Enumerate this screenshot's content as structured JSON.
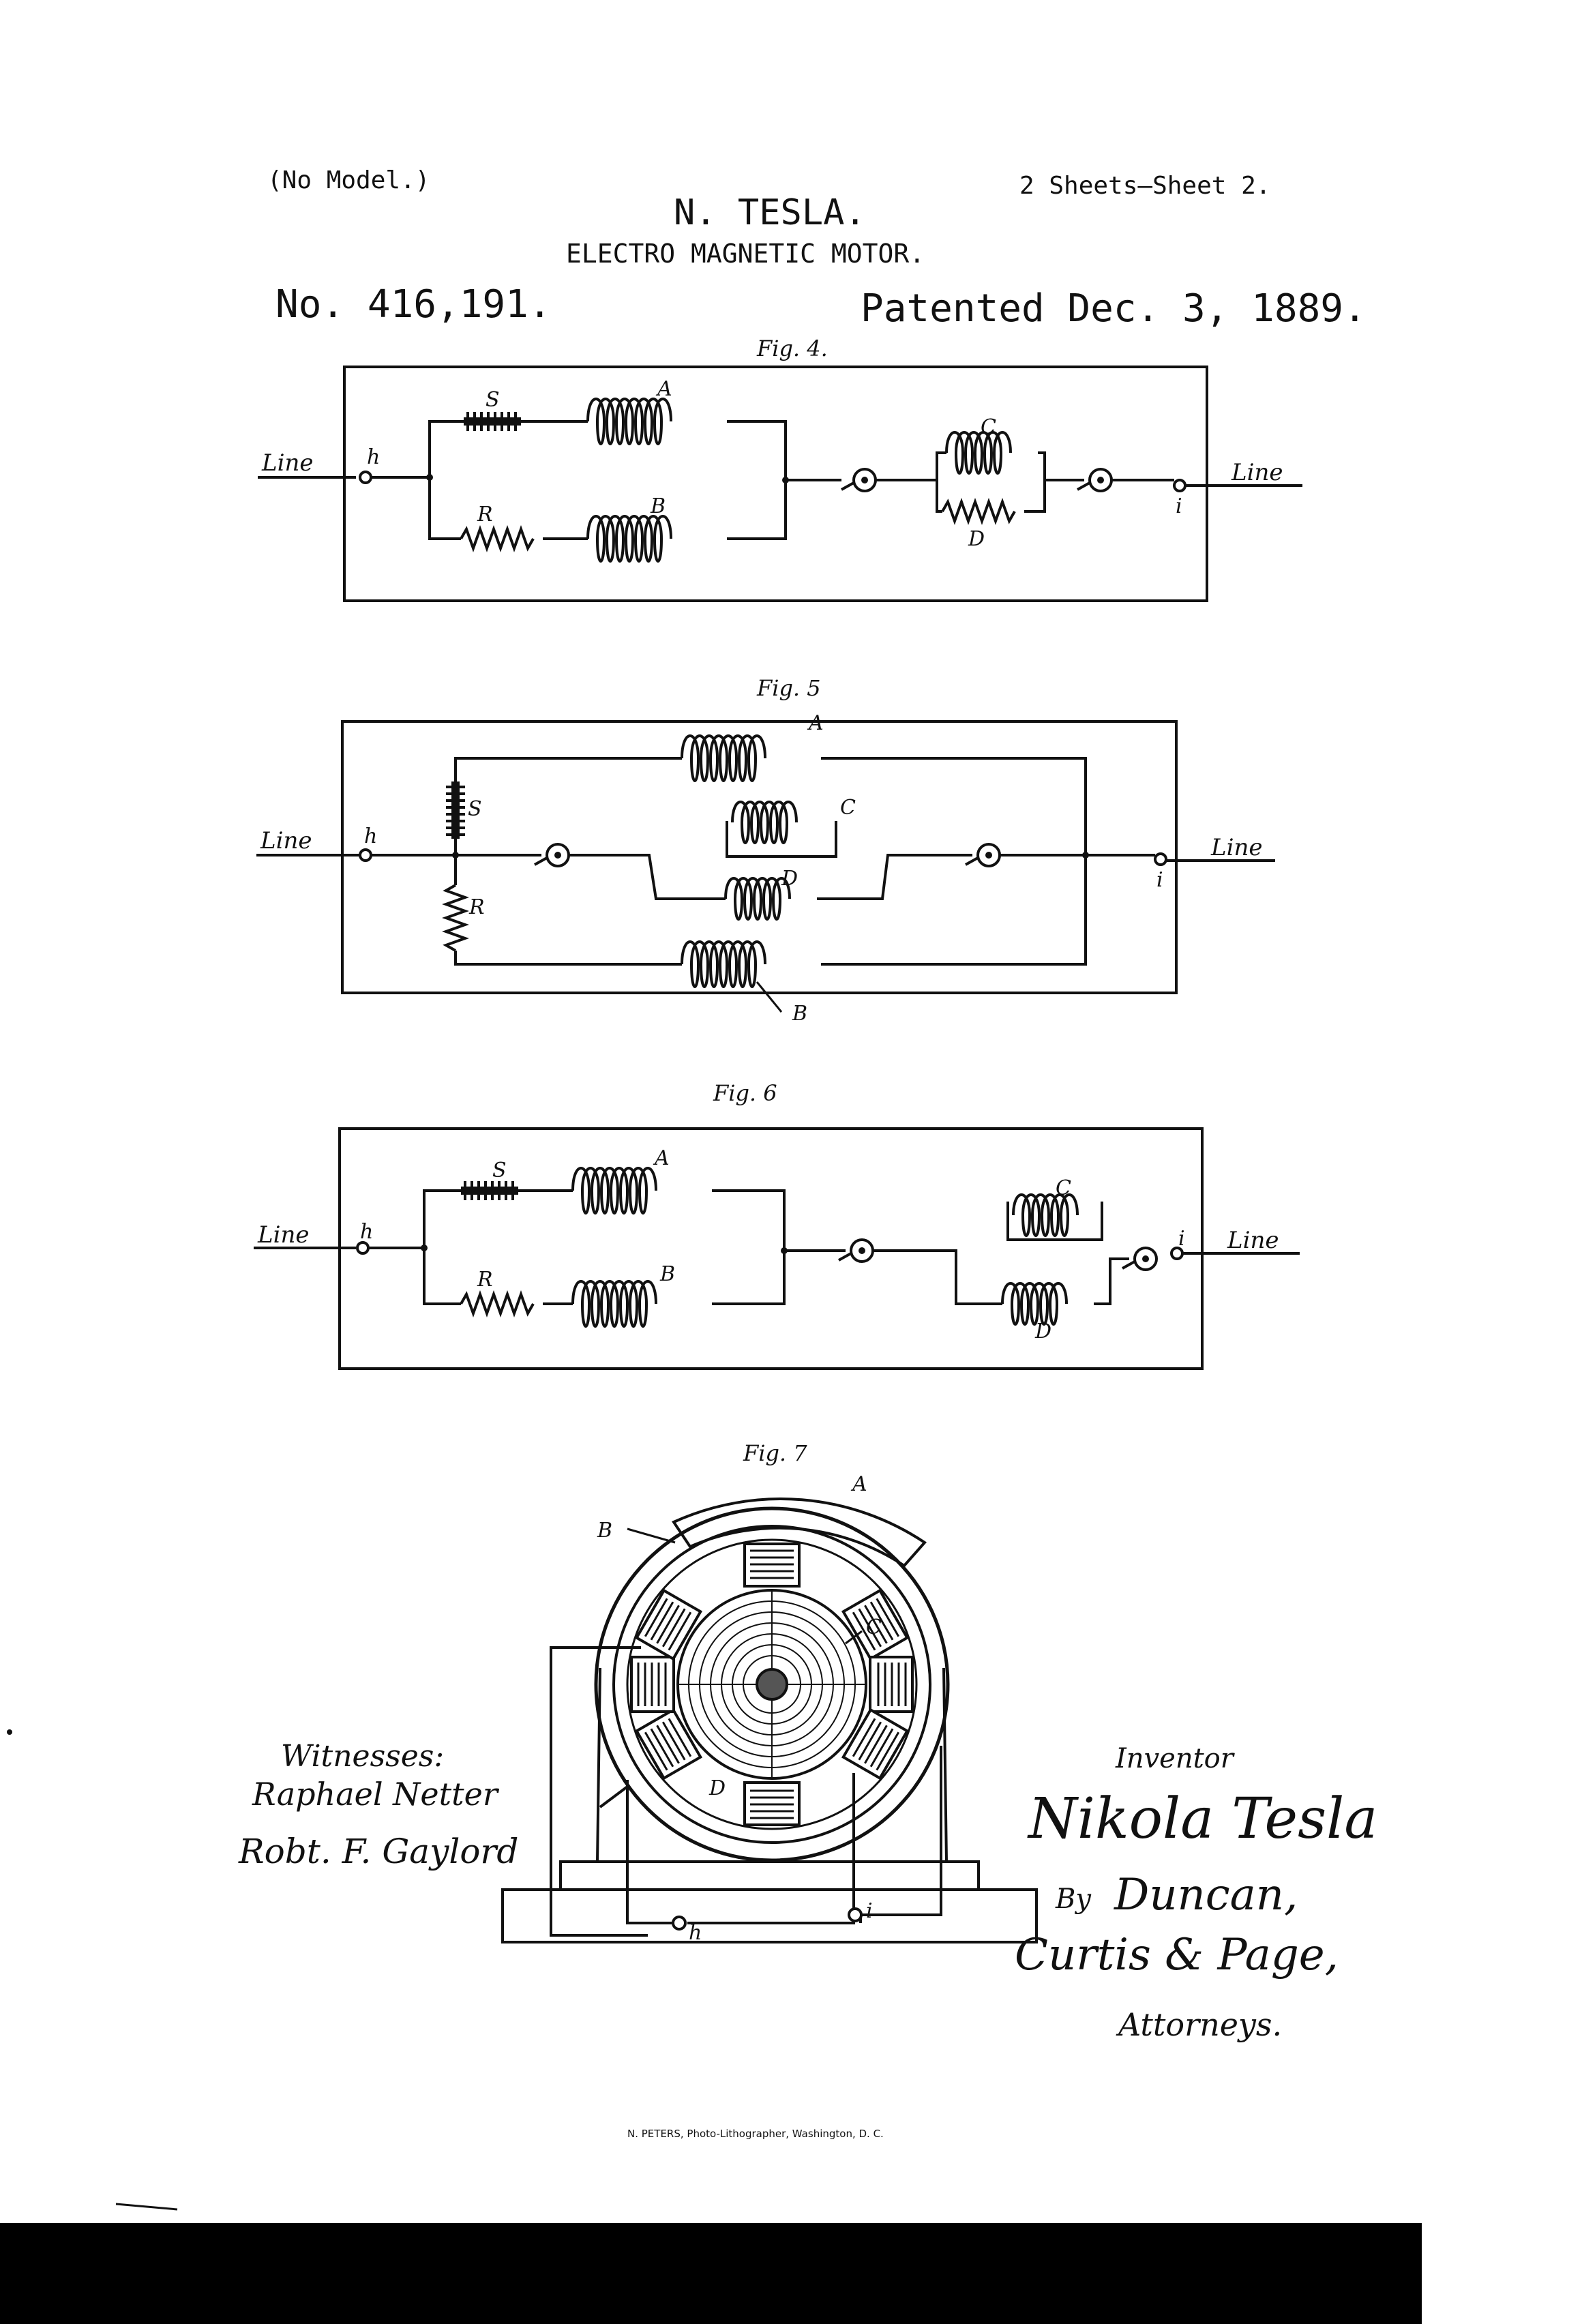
{
  "header": {
    "no_model": "(No Model.)",
    "sheets": "2 Sheets—Sheet 2.",
    "inventor_name": "N. TESLA.",
    "title": "ELECTRO MAGNETIC MOTOR.",
    "patent_no": "No. 416,191.",
    "patented": "Patented Dec. 3, 1889."
  },
  "figures": {
    "fig4": {
      "caption": "Fig. 4.",
      "labels": {
        "line_left": "Line",
        "line_right": "Line",
        "h": "h",
        "i": "i",
        "S": "S",
        "R": "R",
        "A": "A",
        "B": "B",
        "C": "C",
        "D": "D"
      }
    },
    "fig5": {
      "caption": "Fig. 5",
      "labels": {
        "line_left": "Line",
        "line_right": "Line",
        "h": "h",
        "i": "i",
        "S": "S",
        "R": "R",
        "A": "A",
        "B": "B",
        "C": "C",
        "D": "D"
      }
    },
    "fig6": {
      "caption": "Fig. 6",
      "labels": {
        "line_left": "Line",
        "line_right": "Line",
        "h": "h",
        "i": "i",
        "S": "S",
        "R": "R",
        "A": "A",
        "B": "B",
        "C": "C",
        "D": "D"
      }
    },
    "fig7": {
      "caption": "Fig. 7",
      "labels": {
        "A": "A",
        "B": "B",
        "C": "C",
        "D": "D",
        "h": "h",
        "i": "i"
      }
    }
  },
  "witnesses": {
    "heading": "Witnesses:",
    "names": [
      "Raphael Netter",
      "Robt. F. Gaylord"
    ]
  },
  "inventor": {
    "heading": "Inventor",
    "signature": "Nikola Tesla",
    "by": "By",
    "attorneys_names": [
      "Duncan,",
      "Curtis & Page,"
    ],
    "attorneys_heading": "Attorneys."
  },
  "footer": {
    "imprint": "N. PETERS, Photo-Lithographer, Washington, D. C."
  },
  "colors": {
    "ink": "#111111",
    "paper": "#ffffff",
    "scan_bar": "#000000"
  }
}
